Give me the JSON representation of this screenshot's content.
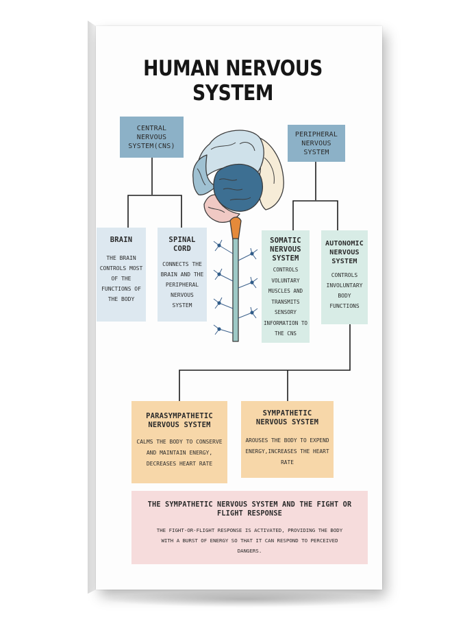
{
  "poster": {
    "title": "HUMAN NERVOUS SYSTEM",
    "colors": {
      "header_box": "#8cb1c7",
      "cns_box": "#dde8f0",
      "pns_box": "#d8ece6",
      "autonomic_branch_box": "#f7d7a9",
      "bottom_box": "#f6dcdc"
    },
    "cns": {
      "label_lines": [
        "CENTRAL",
        "NERVOUS",
        "SYSTEM(CNS)"
      ]
    },
    "pns": {
      "label_lines": [
        "PERIPHERAL",
        "NERVOUS",
        "SYSTEM"
      ]
    },
    "brain_box": {
      "title_lines": [
        "BRAIN"
      ],
      "desc_lines": [
        "THE BRAIN",
        "CONTROLS MOST",
        "OF THE",
        "FUNCTIONS OF",
        "THE BODY"
      ]
    },
    "spinal_box": {
      "title_lines": [
        "SPINAL",
        "CORD"
      ],
      "desc_lines": [
        "CONNECTS THE",
        "BRAIN AND THE",
        "PERIPHERAL",
        "NERVOUS",
        "SYSTEM"
      ]
    },
    "somatic_box": {
      "title_lines": [
        "SOMATIC",
        "NERVOUS",
        "SYSTEM"
      ],
      "desc_lines": [
        "CONTROLS",
        "VOLUNTARY",
        "MUSCLES AND",
        "TRANSMITS",
        "SENSORY",
        "INFORMATION TO",
        "THE CNS"
      ]
    },
    "autonomic_box": {
      "title_lines": [
        "AUTONOMIC",
        "NERVOUS",
        "SYSTEM"
      ],
      "desc_lines": [
        "CONTROLS",
        "INVOLUNTARY",
        "BODY",
        "FUNCTIONS"
      ]
    },
    "parasympathetic_box": {
      "title_lines": [
        "PARASYMPATHETIC",
        "NERVOUS SYSTEM"
      ],
      "desc_lines": [
        "CALMS THE BODY TO CONSERVE",
        "AND MAINTAIN ENERGY,",
        "DECREASES HEART RATE"
      ]
    },
    "sympathetic_box": {
      "title_lines": [
        "SYMPATHETIC",
        "NERVOUS SYSTEM"
      ],
      "desc_lines": [
        "AROUSES THE BODY TO EXPEND",
        "ENERGY,INCREASES THE HEART",
        "RATE"
      ]
    },
    "fight_box": {
      "title_lines": [
        "THE SYMPATHETIC NERVOUS SYSTEM AND THE FIGHT OR",
        "FLIGHT RESPONSE"
      ],
      "desc_lines": [
        "THE FIGHT-OR-FLIGHT RESPONSE IS ACTIVATED, PROVIDING THE BODY",
        "WITH A BURST OF ENERGY SO THAT IT CAN RESPOND TO PERCEIVED",
        "DANGERS."
      ]
    },
    "illustration": {
      "icon": "brain-and-spinal-cord-icon"
    }
  }
}
